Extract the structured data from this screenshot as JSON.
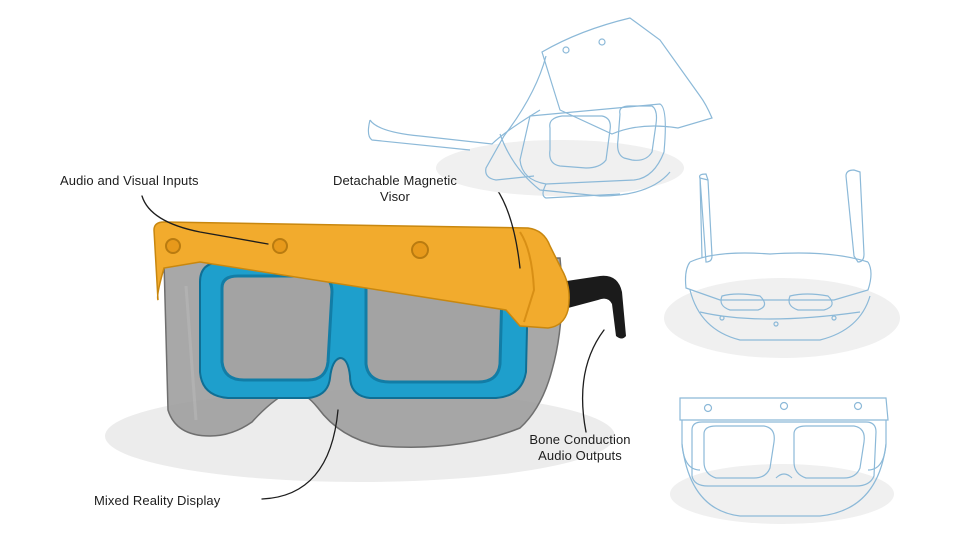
{
  "colors": {
    "visor": "#f2ab2d",
    "visor_shade": "#d88f15",
    "frame": "#1e9fcc",
    "frame_shade": "#127da6",
    "display": "#9a9a9a",
    "temple": "#1b1b1b",
    "sketch_line": "#8cb9d8",
    "shadow": "#ececec"
  },
  "labels": {
    "audio_visual_inputs": "Audio and Visual Inputs",
    "magnetic_visor_line1": "Detachable Magnetic",
    "magnetic_visor_line2": "Visor",
    "bone_conduction_line1": "Bone Conduction",
    "bone_conduction_line2": "Audio Outputs",
    "mixed_reality_display": "Mixed Reality Display"
  }
}
